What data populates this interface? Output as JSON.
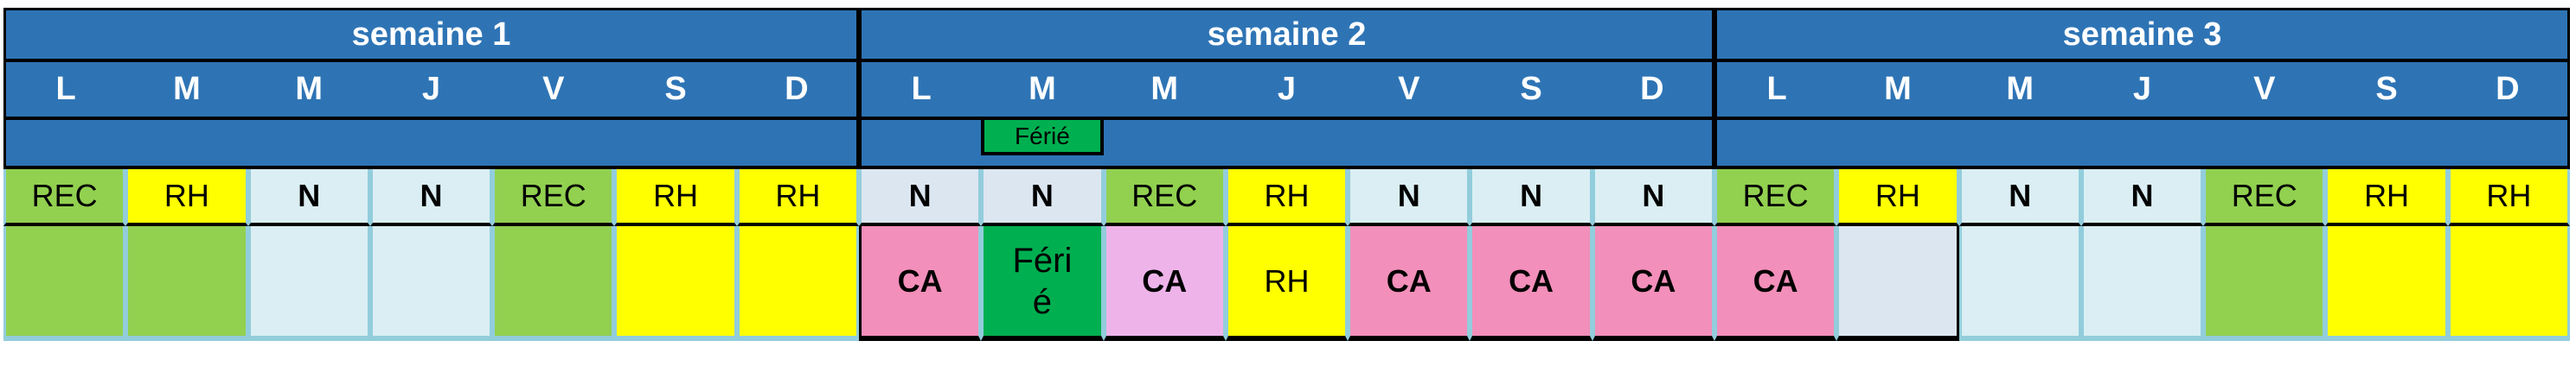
{
  "weeks": [
    {
      "title": "semaine 1",
      "days": [
        "L",
        "M",
        "M",
        "J",
        "V",
        "S",
        "D"
      ],
      "holiday_marker": [
        null,
        null,
        null,
        null,
        null,
        null,
        null
      ],
      "row_codes": [
        {
          "text": "REC",
          "color": "#92D050",
          "bold": false
        },
        {
          "text": "RH",
          "color": "#FFFF00",
          "bold": false
        },
        {
          "text": "N",
          "color": "#DAEEF3",
          "bold": true
        },
        {
          "text": "N",
          "color": "#DAEEF3",
          "bold": true
        },
        {
          "text": "REC",
          "color": "#92D050",
          "bold": false
        },
        {
          "text": "RH",
          "color": "#FFFF00",
          "bold": false
        },
        {
          "text": "RH",
          "color": "#FFFF00",
          "bold": false
        }
      ],
      "row_actual": [
        {
          "text": "",
          "color": "#92D050",
          "bold": false
        },
        {
          "text": "",
          "color": "#92D050",
          "bold": false
        },
        {
          "text": "",
          "color": "#DAEEF3",
          "bold": false
        },
        {
          "text": "",
          "color": "#DAEEF3",
          "bold": false
        },
        {
          "text": "",
          "color": "#92D050",
          "bold": false
        },
        {
          "text": "",
          "color": "#FFFF00",
          "bold": false
        },
        {
          "text": "",
          "color": "#FFFF00",
          "bold": false
        }
      ]
    },
    {
      "title": "semaine 2",
      "days": [
        "L",
        "M",
        "M",
        "J",
        "V",
        "S",
        "D"
      ],
      "holiday_marker": [
        null,
        "Férié",
        null,
        null,
        null,
        null,
        null
      ],
      "row_codes": [
        {
          "text": "N",
          "color": "#DCE6F1",
          "bold": true
        },
        {
          "text": "N",
          "color": "#DCE6F1",
          "bold": true
        },
        {
          "text": "REC",
          "color": "#92D050",
          "bold": false
        },
        {
          "text": "RH",
          "color": "#FFFF00",
          "bold": false
        },
        {
          "text": "N",
          "color": "#DAEEF3",
          "bold": true
        },
        {
          "text": "N",
          "color": "#DAEEF3",
          "bold": true
        },
        {
          "text": "N",
          "color": "#DAEEF3",
          "bold": true
        }
      ],
      "row_actual": [
        {
          "text": "CA",
          "color": "#F28FBA",
          "bold": true
        },
        {
          "text": "Férié",
          "color": "#00B050",
          "bold": false
        },
        {
          "text": "CA",
          "color": "#EEB4EA",
          "bold": true
        },
        {
          "text": "RH",
          "color": "#FFFF00",
          "bold": false
        },
        {
          "text": "CA",
          "color": "#F28FBA",
          "bold": true
        },
        {
          "text": "CA",
          "color": "#F28FBA",
          "bold": true
        },
        {
          "text": "CA",
          "color": "#F28FBA",
          "bold": true
        }
      ]
    },
    {
      "title": "semaine 3",
      "days": [
        "L",
        "M",
        "M",
        "J",
        "V",
        "S",
        "D"
      ],
      "holiday_marker": [
        null,
        null,
        null,
        null,
        null,
        null,
        null
      ],
      "row_codes": [
        {
          "text": "REC",
          "color": "#92D050",
          "bold": false
        },
        {
          "text": "RH",
          "color": "#FFFF00",
          "bold": false
        },
        {
          "text": "N",
          "color": "#DAEEF3",
          "bold": true
        },
        {
          "text": "N",
          "color": "#DAEEF3",
          "bold": true
        },
        {
          "text": "REC",
          "color": "#92D050",
          "bold": false
        },
        {
          "text": "RH",
          "color": "#FFFF00",
          "bold": false
        },
        {
          "text": "RH",
          "color": "#FFFF00",
          "bold": false
        }
      ],
      "row_actual": [
        {
          "text": "CA",
          "color": "#F28FBA",
          "bold": true
        },
        {
          "text": "",
          "color": "#DCE6F1",
          "bold": false
        },
        {
          "text": "",
          "color": "#DAEEF3",
          "bold": false
        },
        {
          "text": "",
          "color": "#DAEEF3",
          "bold": false
        },
        {
          "text": "",
          "color": "#92D050",
          "bold": false
        },
        {
          "text": "",
          "color": "#FFFF00",
          "bold": false
        },
        {
          "text": "",
          "color": "#FFFF00",
          "bold": false
        }
      ]
    }
  ],
  "colors": {
    "header": "#2E74B5",
    "grid_line": "#92CDDC"
  }
}
